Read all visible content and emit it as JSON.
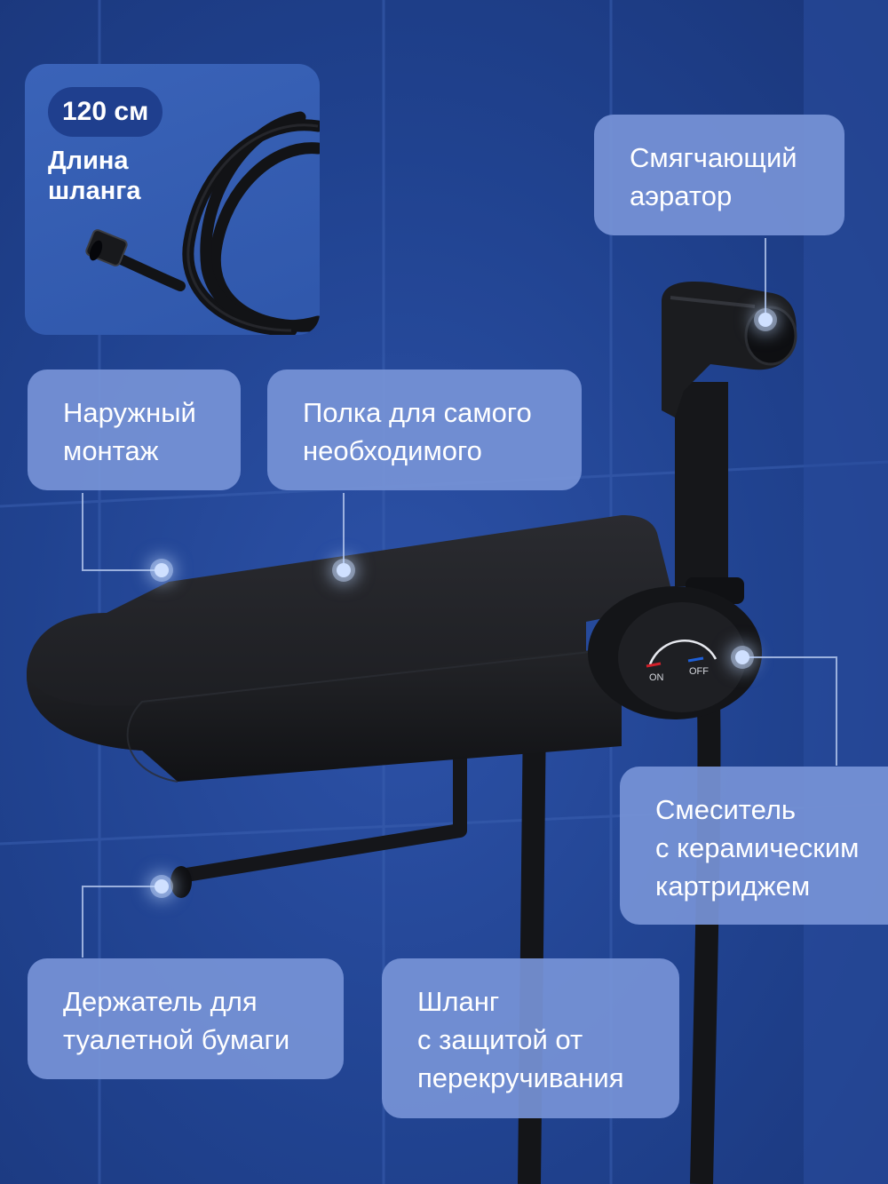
{
  "hose_card": {
    "length_badge": "120 см",
    "caption_line1": "Длина",
    "caption_line2": "шланга"
  },
  "callouts": {
    "aerator": [
      "Смягчающий",
      "аэратор"
    ],
    "mount": [
      "Наружный",
      "монтаж"
    ],
    "shelf": [
      "Полка для самого",
      "необходимого"
    ],
    "mixer": [
      "Смеситель",
      "с керамическим",
      "картриджем"
    ],
    "holder": [
      "Держатель для",
      "туалетной бумаги"
    ],
    "hose": [
      "Шланг",
      "с защитой от",
      "перекручивания"
    ]
  },
  "mixer_labels": {
    "on": "ON",
    "off": "OFF"
  },
  "colors": {
    "background": "#20428f",
    "callout": "#7692d6",
    "product": "#1b1c1f",
    "on_accent": "#d0202a",
    "off_accent": "#1e5fd6"
  }
}
